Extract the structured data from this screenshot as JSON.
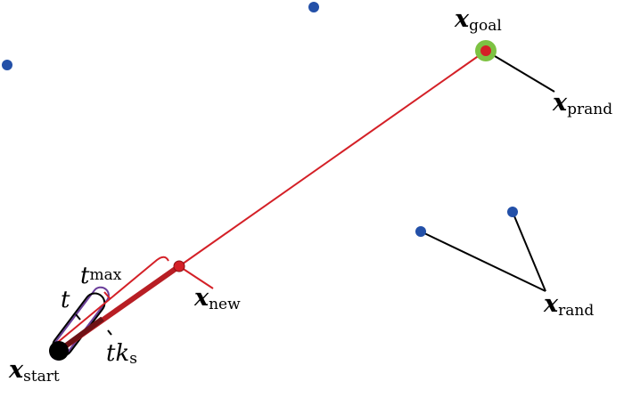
{
  "labels": {
    "x_goal": {
      "main": "x",
      "sub": "goal"
    },
    "x_prand": {
      "main": "x",
      "sub": "prand"
    },
    "x_rand": {
      "main": "x",
      "sub": "rand"
    },
    "x_new": {
      "main": "x",
      "sub": "new"
    },
    "x_start": {
      "main": "x",
      "sub": "start"
    },
    "t": {
      "main": "t"
    },
    "t_max": {
      "main": "t",
      "sub": "max"
    },
    "tk_s": {
      "main": "tk",
      "sub": "s"
    }
  },
  "colors": {
    "tree_node": "#2350a8",
    "path": "#d42027",
    "path_dark": "#b81e24",
    "goal_ring": "#7dc242",
    "tk_bracket": "#6a3d9a",
    "edge": "#000000",
    "start_node": "#000000"
  }
}
